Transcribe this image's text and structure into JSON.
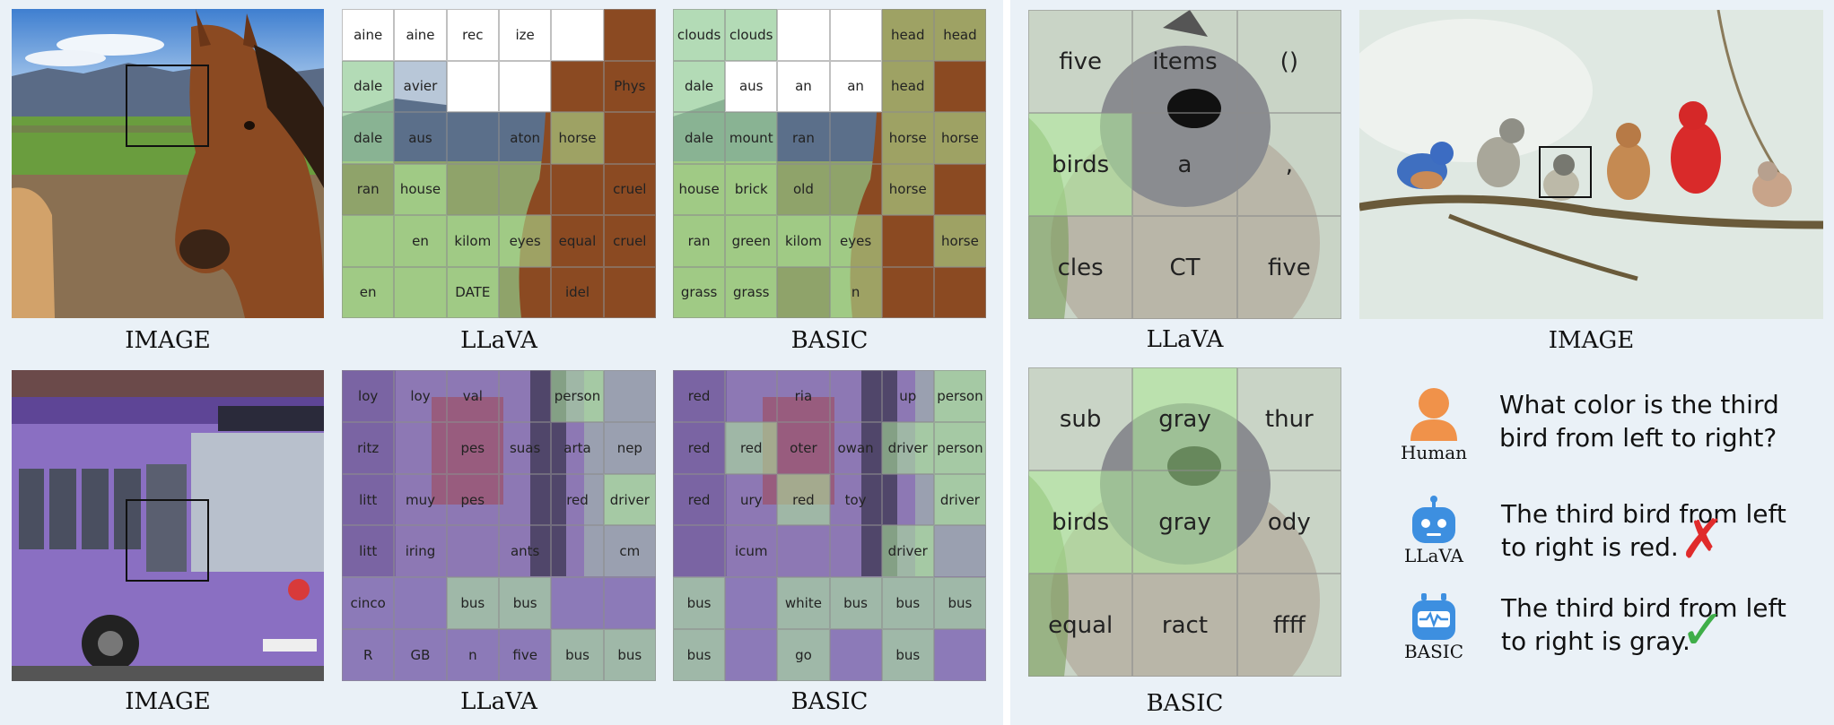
{
  "captions": {
    "left_top": [
      "IMAGE",
      "LLaVA",
      "BASIC"
    ],
    "left_bottom": [
      "IMAGE",
      "LLaVA",
      "BASIC"
    ],
    "right_top_llava": "LLaVA",
    "right_top_image": "IMAGE",
    "right_bottom_basic": "BASIC"
  },
  "horse_llava": [
    [
      "aine",
      "aine",
      "rec",
      "ize",
      "",
      ""
    ],
    [
      "dale",
      "avier",
      "",
      "",
      "",
      "Phys"
    ],
    [
      "dale",
      "aus",
      "",
      "aton",
      "horse",
      ""
    ],
    [
      "ran",
      "house",
      "",
      "",
      "",
      "cruel"
    ],
    [
      "",
      "en",
      "kilom",
      "eyes",
      "equal",
      "cruel"
    ],
    [
      "en",
      "",
      "DATE",
      "",
      "idel",
      ""
    ]
  ],
  "horse_basic": [
    [
      "clouds",
      "clouds",
      "",
      "",
      "head",
      "head"
    ],
    [
      "dale",
      "aus",
      "an",
      "an",
      "head",
      ""
    ],
    [
      "dale",
      "mount",
      "ran",
      "",
      "horse",
      "horse"
    ],
    [
      "house",
      "brick",
      "old",
      "",
      "horse",
      ""
    ],
    [
      "ran",
      "green",
      "kilom",
      "eyes",
      "",
      "horse"
    ],
    [
      "grass",
      "grass",
      "",
      "n",
      "",
      ""
    ]
  ],
  "bus_llava": [
    [
      "loy",
      "loy",
      "val",
      "",
      "person",
      ""
    ],
    [
      "ritz",
      "",
      "pes",
      "suas",
      "arta",
      "nep"
    ],
    [
      "litt",
      "muy",
      "pes",
      "",
      "red",
      "driver"
    ],
    [
      "litt",
      "iring",
      "",
      "ants",
      "",
      "cm"
    ],
    [
      "cinco",
      "",
      "bus",
      "bus",
      "",
      ""
    ],
    [
      "R",
      "GB",
      "n",
      "five",
      "bus",
      "bus"
    ]
  ],
  "bus_basic": [
    [
      "red",
      "",
      "ria",
      "",
      "up",
      "person"
    ],
    [
      "red",
      "red",
      "oter",
      "owan",
      "driver",
      "person"
    ],
    [
      "red",
      "ury",
      "red",
      "toy",
      "",
      "driver"
    ],
    [
      "",
      "icum",
      "",
      "",
      "driver",
      ""
    ],
    [
      "bus",
      "",
      "white",
      "bus",
      "bus",
      "bus"
    ],
    [
      "bus",
      "",
      "go",
      "",
      "bus",
      ""
    ]
  ],
  "bird_llava": [
    [
      "five",
      "items",
      "()"
    ],
    [
      "birds",
      "a",
      ","
    ],
    [
      "cles",
      "CT",
      "five"
    ]
  ],
  "bird_basic": [
    [
      "sub",
      "gray",
      "thur"
    ],
    [
      "birds",
      "gray",
      "ody"
    ],
    [
      "equal",
      "ract",
      "ffff"
    ]
  ],
  "chat": {
    "human_label": "Human",
    "question": "What color is the third bird from left to right?",
    "llava_label": "LLaVA",
    "llava_answer": "The third bird from left to right is red.",
    "basic_label": "BASIC",
    "basic_answer": "The third bird from left to right is gray.",
    "wrong_mark": "✗",
    "right_mark": "✓",
    "colors": {
      "human": "#f0924a",
      "robot": "#3d8fe0",
      "wrong": "#e02b2b",
      "right": "#3fae49"
    }
  }
}
